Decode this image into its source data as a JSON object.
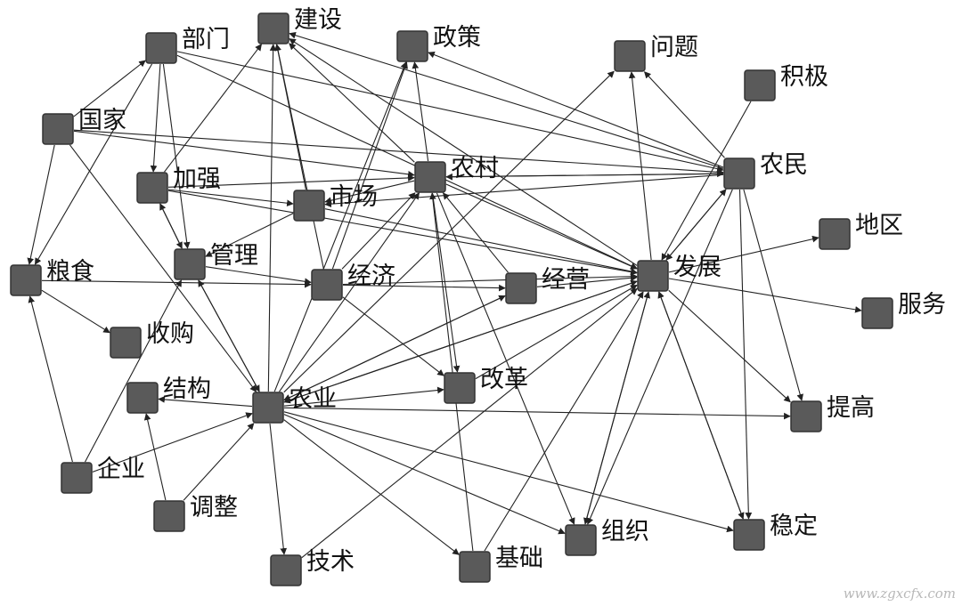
{
  "diagram": {
    "type": "directed-network",
    "colors": {
      "node_fill": "#5a5a5a",
      "edge": "#222222",
      "background": "#ffffff",
      "watermark": "#b8b8b8"
    },
    "nodes": [
      {
        "id": "bumen",
        "label": "部门"
      },
      {
        "id": "jianshe",
        "label": "建设"
      },
      {
        "id": "zhengce",
        "label": "政策"
      },
      {
        "id": "wenti",
        "label": "问题"
      },
      {
        "id": "jiji",
        "label": "积极"
      },
      {
        "id": "guojia",
        "label": "国家"
      },
      {
        "id": "jiaqiang",
        "label": "加强"
      },
      {
        "id": "nongcun",
        "label": "农村"
      },
      {
        "id": "nongmin",
        "label": "农民"
      },
      {
        "id": "shichang",
        "label": "市场"
      },
      {
        "id": "diqu",
        "label": "地区"
      },
      {
        "id": "liangshi",
        "label": "粮食"
      },
      {
        "id": "guanli",
        "label": "管理"
      },
      {
        "id": "jingji",
        "label": "经济"
      },
      {
        "id": "jingying",
        "label": "经营"
      },
      {
        "id": "fazhan",
        "label": "发展"
      },
      {
        "id": "fuwu",
        "label": "服务"
      },
      {
        "id": "shougou",
        "label": "收购"
      },
      {
        "id": "jiegou",
        "label": "结构"
      },
      {
        "id": "nongye",
        "label": "农业"
      },
      {
        "id": "gaige",
        "label": "改革"
      },
      {
        "id": "tigao",
        "label": "提高"
      },
      {
        "id": "qiye",
        "label": "企业"
      },
      {
        "id": "tiaozheng",
        "label": "调整"
      },
      {
        "id": "zuzhi",
        "label": "组织"
      },
      {
        "id": "wending",
        "label": "稳定"
      },
      {
        "id": "jishu",
        "label": "技术"
      },
      {
        "id": "jichu",
        "label": "基础"
      }
    ],
    "edges": [
      [
        "bumen",
        "jiaqiang"
      ],
      [
        "bumen",
        "guanli"
      ],
      [
        "bumen",
        "liangshi"
      ],
      [
        "bumen",
        "fazhan"
      ],
      [
        "bumen",
        "nongmin"
      ],
      [
        "guojia",
        "bumen"
      ],
      [
        "guojia",
        "liangshi"
      ],
      [
        "guojia",
        "nongye"
      ],
      [
        "guojia",
        "nongmin"
      ],
      [
        "guojia",
        "nongcun"
      ],
      [
        "jiaqiang",
        "guanli"
      ],
      [
        "jiaqiang",
        "shichang"
      ],
      [
        "jiaqiang",
        "nongcun"
      ],
      [
        "jiaqiang",
        "jianshe"
      ],
      [
        "jiaqiang",
        "fazhan"
      ],
      [
        "nongcun",
        "jianshe"
      ],
      [
        "nongcun",
        "zhengce"
      ],
      [
        "nongcun",
        "fazhan"
      ],
      [
        "nongcun",
        "nongmin"
      ],
      [
        "nongcun",
        "gaige"
      ],
      [
        "nongcun",
        "zuzhi"
      ],
      [
        "nongcun",
        "shichang"
      ],
      [
        "nongmin",
        "jianshe"
      ],
      [
        "nongmin",
        "zhengce"
      ],
      [
        "nongmin",
        "wenti"
      ],
      [
        "nongmin",
        "fazhan"
      ],
      [
        "nongmin",
        "tigao"
      ],
      [
        "nongmin",
        "wending"
      ],
      [
        "nongmin",
        "zuzhi"
      ],
      [
        "nongmin",
        "nongcun"
      ],
      [
        "nongmin",
        "shichang"
      ],
      [
        "jiji",
        "fazhan"
      ],
      [
        "shichang",
        "guanli"
      ],
      [
        "shichang",
        "fazhan"
      ],
      [
        "shichang",
        "jianshe"
      ],
      [
        "liangshi",
        "shougou"
      ],
      [
        "liangshi",
        "jingji"
      ],
      [
        "guanli",
        "jingji"
      ],
      [
        "guanli",
        "nongye"
      ],
      [
        "guanli",
        "jiaqiang"
      ],
      [
        "jingji",
        "jingying"
      ],
      [
        "jingji",
        "fazhan"
      ],
      [
        "jingji",
        "gaige"
      ],
      [
        "jingji",
        "zhengce"
      ],
      [
        "jingji",
        "jianshe"
      ],
      [
        "jingji",
        "nongcun"
      ],
      [
        "jingying",
        "fazhan"
      ],
      [
        "jingying",
        "nongcun"
      ],
      [
        "jingying",
        "nongye"
      ],
      [
        "fazhan",
        "diqu"
      ],
      [
        "fazhan",
        "fuwu"
      ],
      [
        "fazhan",
        "tigao"
      ],
      [
        "fazhan",
        "wending"
      ],
      [
        "fazhan",
        "nongye"
      ],
      [
        "fazhan",
        "wenti"
      ],
      [
        "fazhan",
        "jianshe"
      ],
      [
        "fazhan",
        "nongmin"
      ],
      [
        "fazhan",
        "zuzhi"
      ],
      [
        "nongye",
        "jianshe"
      ],
      [
        "nongye",
        "guanli"
      ],
      [
        "nongye",
        "jiegou"
      ],
      [
        "nongye",
        "gaige"
      ],
      [
        "nongye",
        "tigao"
      ],
      [
        "nongye",
        "zuzhi"
      ],
      [
        "nongye",
        "wending"
      ],
      [
        "nongye",
        "jishu"
      ],
      [
        "nongye",
        "jichu"
      ],
      [
        "nongye",
        "fazhan"
      ],
      [
        "nongye",
        "jingying"
      ],
      [
        "nongye",
        "wenti"
      ],
      [
        "nongye",
        "nongcun"
      ],
      [
        "nongye",
        "zhengce"
      ],
      [
        "qiye",
        "liangshi"
      ],
      [
        "qiye",
        "nongye"
      ],
      [
        "qiye",
        "guanli"
      ],
      [
        "tiaozheng",
        "jiegou"
      ],
      [
        "tiaozheng",
        "nongye"
      ],
      [
        "jichu",
        "nongcun"
      ],
      [
        "gaige",
        "fazhan"
      ],
      [
        "jichu",
        "fazhan"
      ],
      [
        "zuzhi",
        "fazhan"
      ],
      [
        "wending",
        "fazhan"
      ],
      [
        "jishu",
        "fazhan"
      ]
    ]
  },
  "watermark": "www.zgxcfx.com"
}
